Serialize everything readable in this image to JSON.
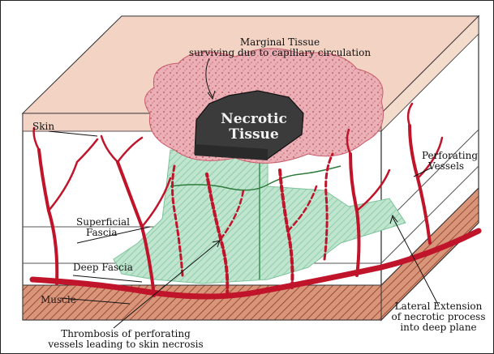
{
  "labels": {
    "marginal_line1": "Marginal Tissue",
    "marginal_line2": "surviving due to capillary circulation",
    "necrotic_line1": "Necrotic",
    "necrotic_line2": "Tissue",
    "skin": "Skin",
    "perforating_line1": "Perforating",
    "perforating_line2": "Vessels",
    "superficial_line1": "Superficial",
    "superficial_line2": "Fascia",
    "deep_fascia": "Deep Fascia",
    "muscle": "Muscle",
    "lateral_line1": "Lateral Extension",
    "lateral_line2": "of necrotic process",
    "lateral_line3": "into deep plane",
    "thrombosis_line1": "Thrombosis of perforating",
    "thrombosis_line2": "vessels leading to skin necrosis"
  },
  "colors": {
    "vessel": "#c0142a",
    "marginal_tissue": "#e9a6ad",
    "necrotic": "#3b3b3b",
    "necrotic_plane": "#a8dcc0",
    "skin_band": "#f2d3c4",
    "muscle_band": "#c9755a",
    "block_face": "#ffffff",
    "outline": "#333333"
  }
}
